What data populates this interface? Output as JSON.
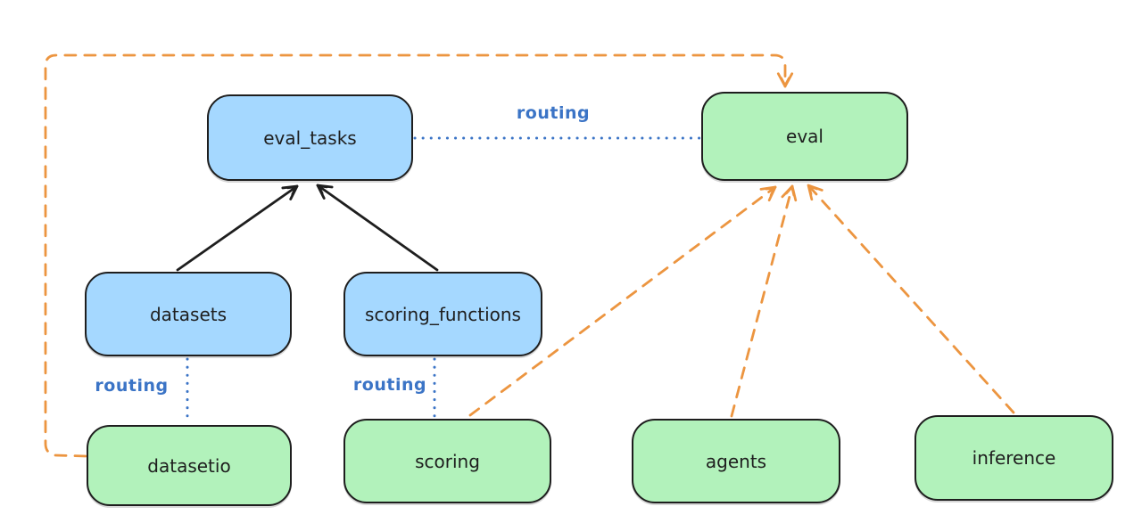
{
  "diagram": {
    "nodes": [
      {
        "id": "eval_tasks",
        "label": "eval_tasks",
        "kind": "blue"
      },
      {
        "id": "eval",
        "label": "eval",
        "kind": "green"
      },
      {
        "id": "datasets",
        "label": "datasets",
        "kind": "blue"
      },
      {
        "id": "scoring_functions",
        "label": "scoring_functions",
        "kind": "blue"
      },
      {
        "id": "datasetio",
        "label": "datasetio",
        "kind": "green"
      },
      {
        "id": "scoring",
        "label": "scoring",
        "kind": "green"
      },
      {
        "id": "agents",
        "label": "agents",
        "kind": "green"
      },
      {
        "id": "inference",
        "label": "inference",
        "kind": "green"
      }
    ],
    "edge_labels": [
      {
        "id": "routing-eval",
        "text": "routing"
      },
      {
        "id": "routing-datasetio",
        "text": "routing"
      },
      {
        "id": "routing-scoring",
        "text": "routing"
      }
    ],
    "edges": [
      {
        "from": "datasets",
        "to": "eval_tasks",
        "style": "solid-black-arrow"
      },
      {
        "from": "scoring_functions",
        "to": "eval_tasks",
        "style": "solid-black-arrow"
      },
      {
        "from": "eval_tasks",
        "to": "eval",
        "style": "dotted-blue",
        "label": "routing"
      },
      {
        "from": "datasets",
        "to": "datasetio",
        "style": "dotted-blue",
        "label": "routing"
      },
      {
        "from": "scoring_functions",
        "to": "scoring",
        "style": "dotted-blue",
        "label": "routing"
      },
      {
        "from": "datasetio",
        "to": "eval",
        "style": "dashed-orange-arrow"
      },
      {
        "from": "scoring",
        "to": "eval",
        "style": "dashed-orange-arrow"
      },
      {
        "from": "agents",
        "to": "eval",
        "style": "dashed-orange-arrow"
      },
      {
        "from": "inference",
        "to": "eval",
        "style": "dashed-orange-arrow"
      }
    ],
    "colors": {
      "node_blue_fill": "#a5d8ff",
      "node_green_fill": "#b2f2bb",
      "node_stroke": "#1e1e1e",
      "arrow_black": "#1e1e1e",
      "arrow_orange": "#ec9540",
      "routing_blue": "#3b74c6",
      "background": "#ffffff"
    }
  }
}
